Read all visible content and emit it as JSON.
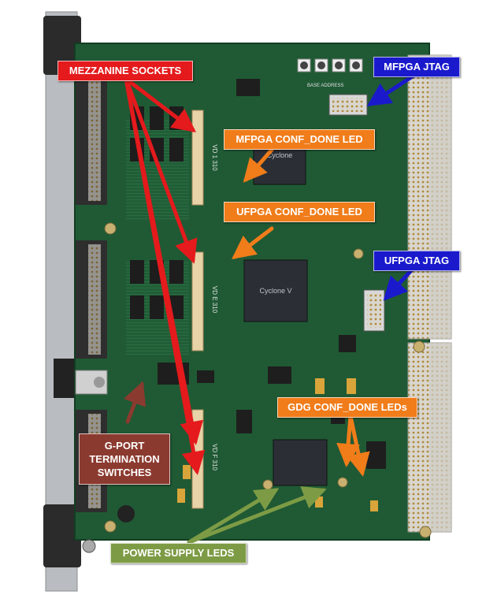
{
  "callouts": {
    "mezzanine_sockets": "MEZZANINE SOCKETS",
    "mfpga_jtag": "MFPGA JTAG",
    "mfpga_conf_done_led": "MFPGA CONF_DONE LED",
    "ufpga_conf_done_led": "UFPGA CONF_DONE LED",
    "ufpga_jtag": "UFPGA JTAG",
    "gdg_conf_done_leds": "GDG CONF_DONE LEDs",
    "gport_termination_switches": "G-PORT TERMINATION SWITCHES",
    "power_supply_leds": "POWER SUPPLY LEDS"
  },
  "board_markings": {
    "fpga_brand_top": "Cyclone",
    "fpga_brand_mid": "Cyclone V",
    "socket_code_1": "VD 1 310",
    "socket_code_2": "VD E 310",
    "socket_code_3": "VD F 310",
    "base_address": "BASE ADDRESS"
  },
  "colors": {
    "red": "#e41a1c",
    "orange": "#f07c1a",
    "blue": "#1a1acc",
    "brown": "#8b3a2f",
    "green": "#7d9b45",
    "pcb": "#1f5a34"
  }
}
